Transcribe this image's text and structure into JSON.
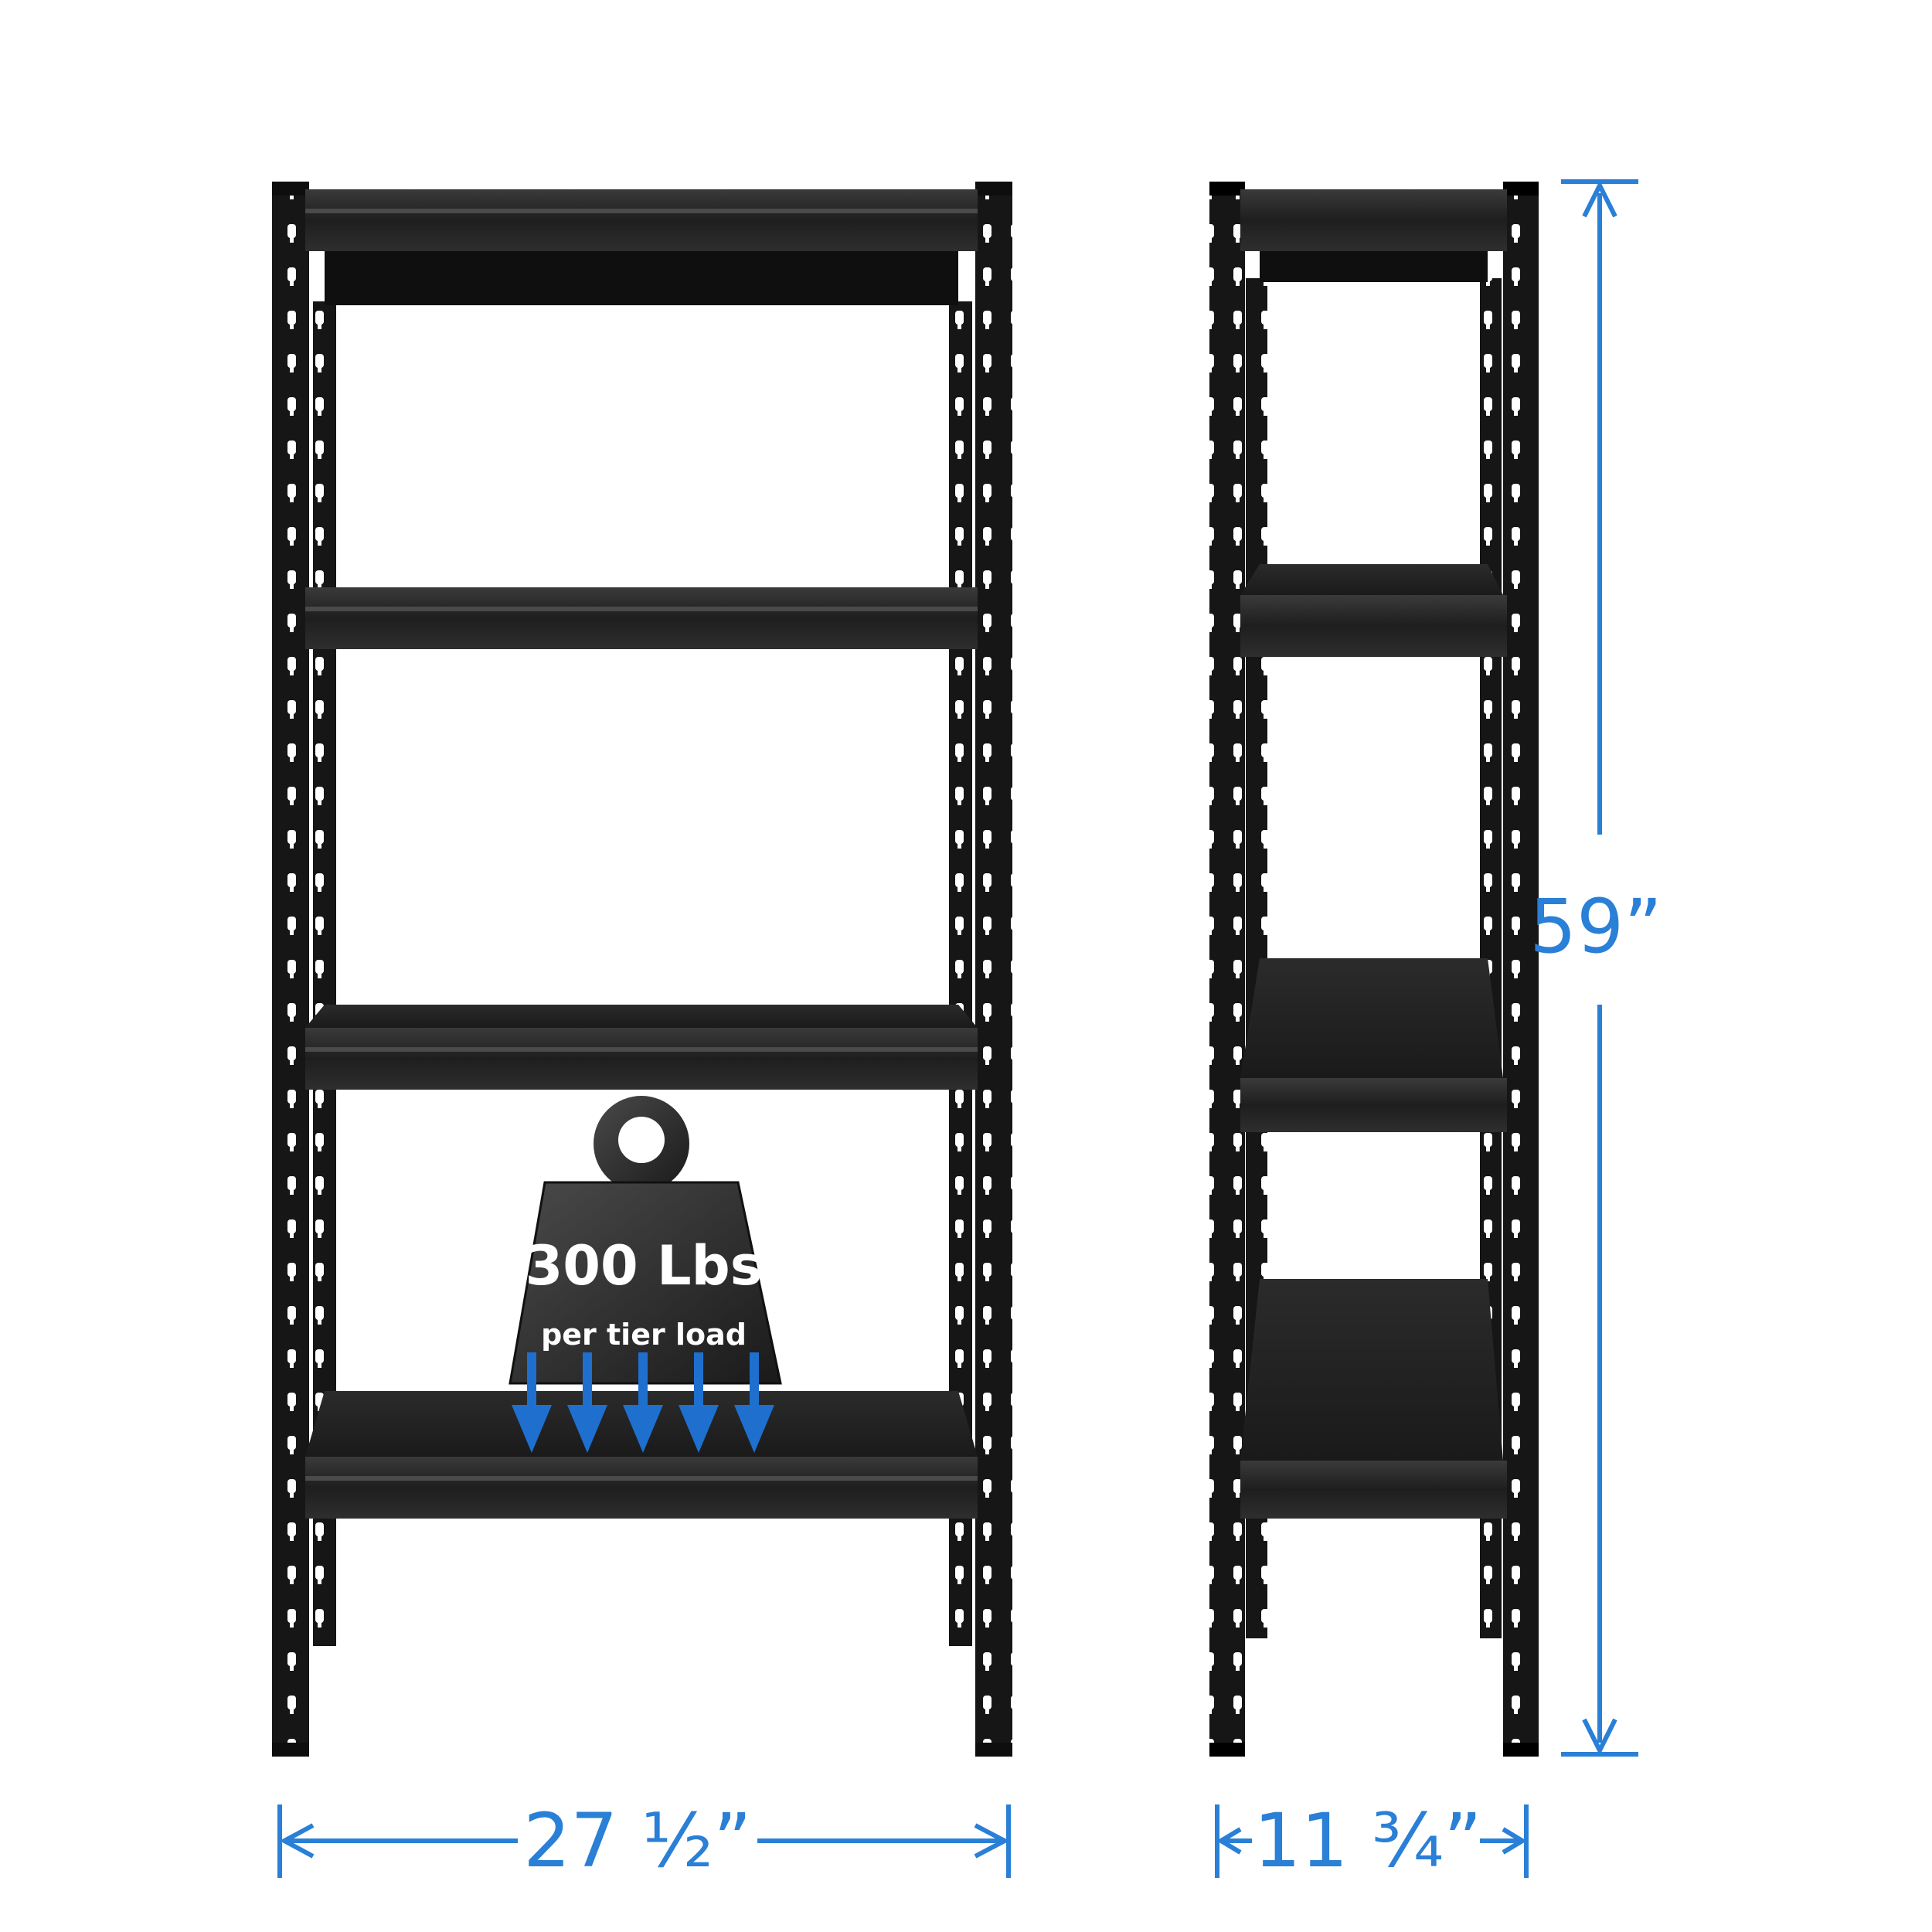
{
  "product": {
    "dimensions": {
      "width": "27 ½”",
      "depth": "11 ¾”",
      "height": "59”"
    },
    "load_badge": {
      "weight": "300 Lbs",
      "caption": "per tier load"
    },
    "tiers": 4,
    "colors": {
      "shelf": "#1c1c1c",
      "shelf_edge": "#2b2b2b",
      "upright": "#141414",
      "dimension_line": "#2a7fd6",
      "weight_badge": "#2a2a2a",
      "arrow": "#1f6fcf"
    },
    "icons": [
      "weight-icon",
      "down-arrow-icon"
    ]
  }
}
